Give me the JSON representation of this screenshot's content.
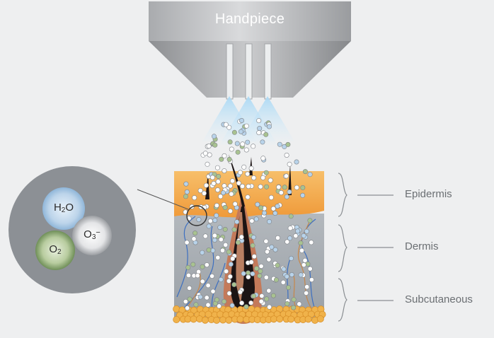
{
  "handpiece": {
    "label": "Handpiece"
  },
  "layers": [
    {
      "id": "epidermis",
      "label": "Epidermis"
    },
    {
      "id": "dermis",
      "label": "Dermis"
    },
    {
      "id": "subcutaneous",
      "label": "Subcutaneous"
    }
  ],
  "molecules": [
    {
      "id": "h2o",
      "base": "H",
      "sub": "2",
      "tail": "O",
      "sup": "",
      "color": "#8fb6d9"
    },
    {
      "id": "o3",
      "base": "O",
      "sub": "3",
      "tail": "",
      "sup": "−",
      "color": "#c9ccd0"
    },
    {
      "id": "o2",
      "base": "O",
      "sub": "2",
      "tail": "",
      "sup": "",
      "color": "#7f9e6a"
    }
  ],
  "colors": {
    "background": "#eeeff0",
    "epidermis": "#f2a64a",
    "dermis": "#a6acb2",
    "fat": "#f0b24a",
    "hair_follicle": "#c47a5a",
    "mist": "#bfe0f5",
    "inset_circle": "#8c9095"
  }
}
